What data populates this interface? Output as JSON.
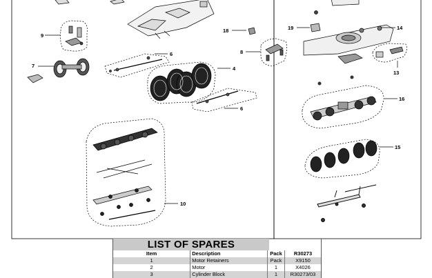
{
  "callouts": {
    "c4": "4",
    "c6a": "6",
    "c6b": "6",
    "c7": "7",
    "c8": "8",
    "c9": "9",
    "c10": "10",
    "c13": "13",
    "c14": "14",
    "c15": "15",
    "c16": "16",
    "c18": "18",
    "c19": "19"
  },
  "spares": {
    "title": "LIST OF SPARES",
    "headers": {
      "item": "Item",
      "description": "Description",
      "pack": "Pack",
      "code": "R30273"
    },
    "rows": [
      {
        "item": "1",
        "description": "Motor Retainers",
        "pack": "Pack",
        "code": "X9150"
      },
      {
        "item": "2",
        "description": "Motor",
        "pack": "1",
        "code": "X4026"
      },
      {
        "item": "3",
        "description": "Cylinder Block",
        "pack": "1",
        "code": "R30273/03"
      }
    ]
  },
  "colors": {
    "line": "#000000",
    "part_gray": "#9a9a9a",
    "header_shade": "#c9c9c9",
    "row_shade": "#d4d4d4"
  }
}
